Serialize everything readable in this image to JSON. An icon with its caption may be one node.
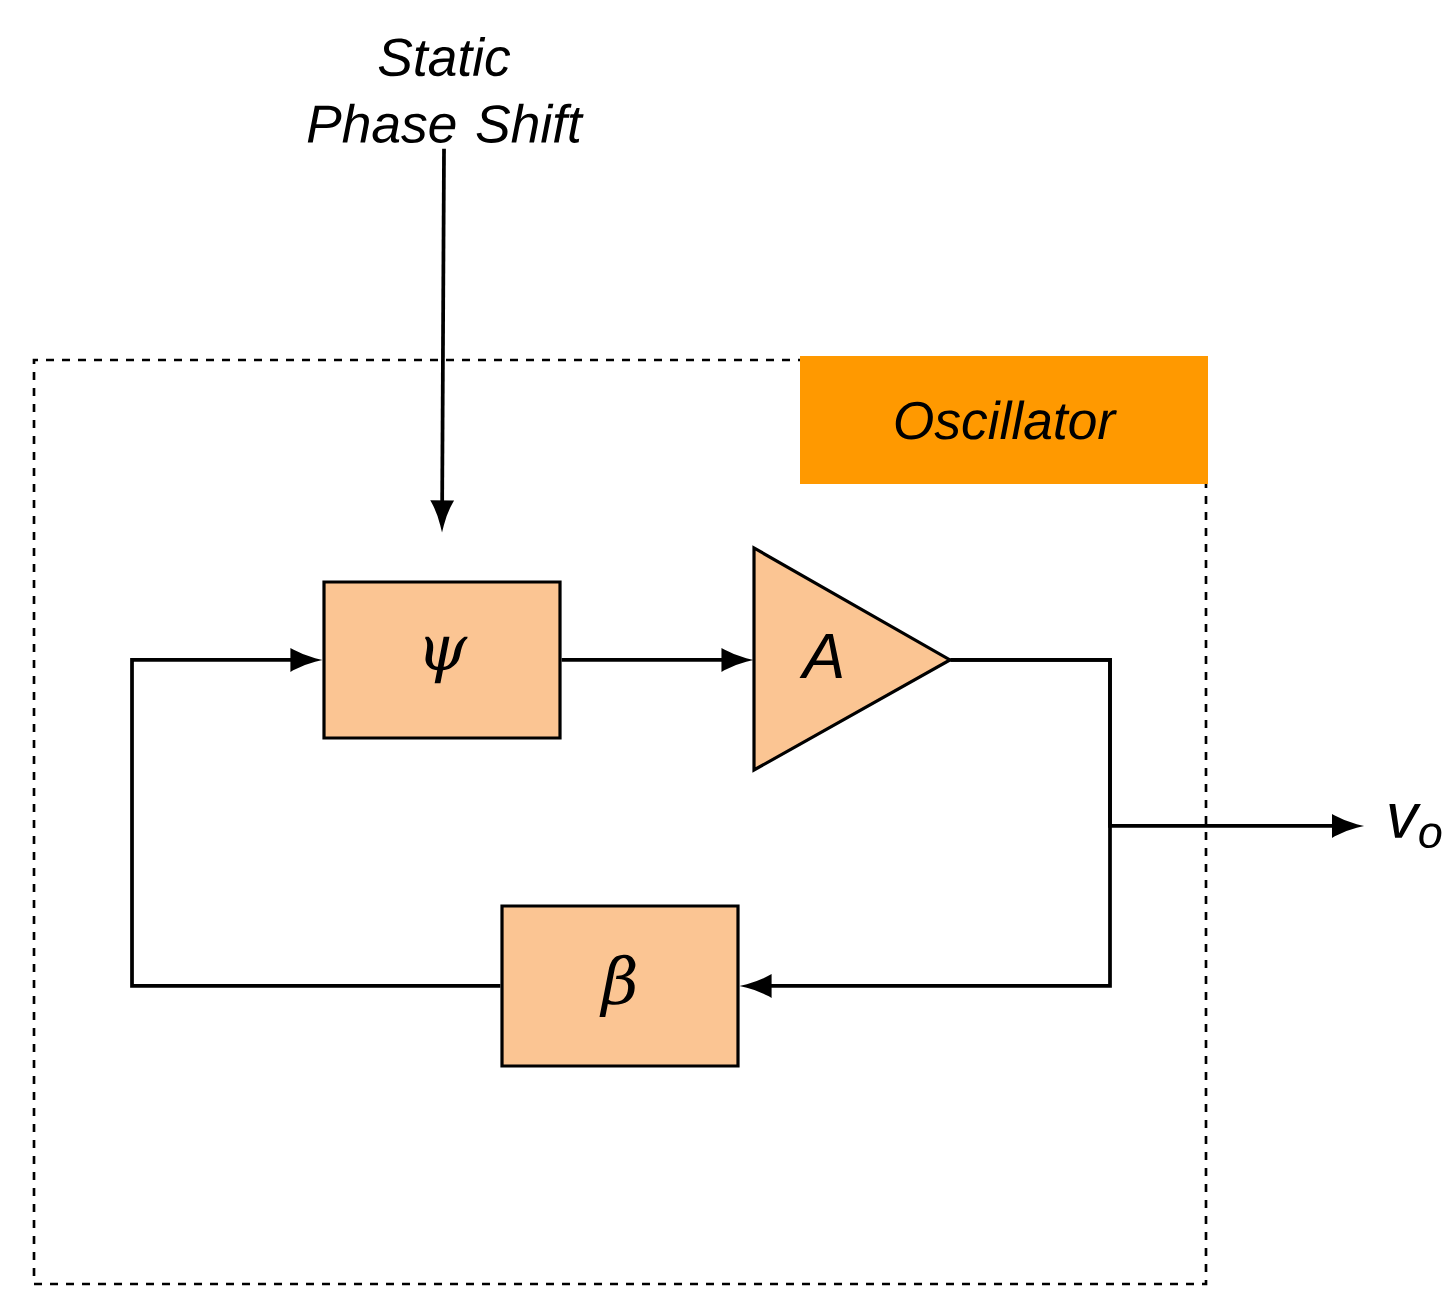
{
  "diagram": {
    "nodes": [
      {
        "text": [
          "Oscillator"
        ]
      },
      {
        "text": [
          "Static Phase Shift"
        ]
      },
      {
        "text": [
          "ψ"
        ],
        "in": 0
      },
      {
        "text": [
          "A"
        ],
        "in": 0
      },
      {
        "text": [
          "β"
        ],
        "in": 0
      },
      {
        "text": [
          "v$_{o}$"
        ]
      }
    ],
    "edges": [
      {
        "from": 1,
        "to": 2,
        "arrow": "to"
      },
      {
        "from": 2,
        "to": 3,
        "arrow": "to"
      },
      {
        "from": 3,
        "to": 4,
        "arrow": "to"
      },
      {
        "from": 3,
        "to": 5,
        "arrow": "to"
      },
      {
        "from": 4,
        "to": 2,
        "arrow": "to"
      }
    ]
  }
}
